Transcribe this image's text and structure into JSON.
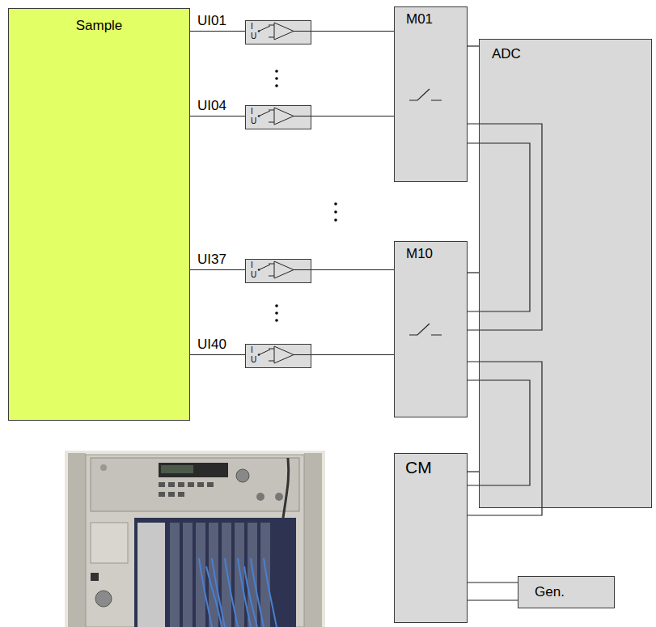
{
  "diagram": {
    "nodes": [
      {
        "text": [
          "Sample"
        ]
      },
      {
        "text": [
          "I",
          "U"
        ]
      },
      {
        "text": [
          "I",
          "U"
        ]
      },
      {
        "text": [
          "I",
          "U"
        ]
      },
      {
        "text": [
          "I",
          "U"
        ]
      },
      {
        "text": [
          "M01"
        ]
      },
      {
        "text": [
          "M10"
        ]
      },
      {
        "text": [
          "ADC"
        ]
      },
      {
        "text": [
          "CM"
        ]
      },
      {
        "text": [
          "Gen."
        ]
      }
    ],
    "edges": [
      {
        "from": 0,
        "to": 1,
        "arrow": "none"
      },
      {
        "from": 0,
        "to": 2,
        "arrow": "none"
      },
      {
        "from": 0,
        "to": 3,
        "arrow": "none"
      },
      {
        "from": 0,
        "to": 4,
        "arrow": "none"
      },
      {
        "from": 1,
        "to": 5,
        "arrow": "none"
      },
      {
        "from": 2,
        "to": 5,
        "arrow": "none"
      },
      {
        "from": 3,
        "to": 6,
        "arrow": "none"
      },
      {
        "from": 4,
        "to": 6,
        "arrow": "none"
      },
      {
        "from": 5,
        "to": 7,
        "arrow": "none"
      },
      {
        "from": 5,
        "to": 6,
        "arrow": "none"
      },
      {
        "from": 5,
        "to": 6,
        "arrow": "none"
      },
      {
        "from": 6,
        "to": 7,
        "arrow": "none"
      },
      {
        "from": 6,
        "to": 8,
        "arrow": "none"
      },
      {
        "from": 6,
        "to": 8,
        "arrow": "none"
      },
      {
        "from": 8,
        "to": 7,
        "arrow": "none"
      },
      {
        "from": 8,
        "to": 9,
        "arrow": "none"
      },
      {
        "from": 8,
        "to": 9,
        "arrow": "none"
      }
    ],
    "labels": [
      "UI01",
      "UI04",
      "UI37",
      "UI40"
    ]
  }
}
